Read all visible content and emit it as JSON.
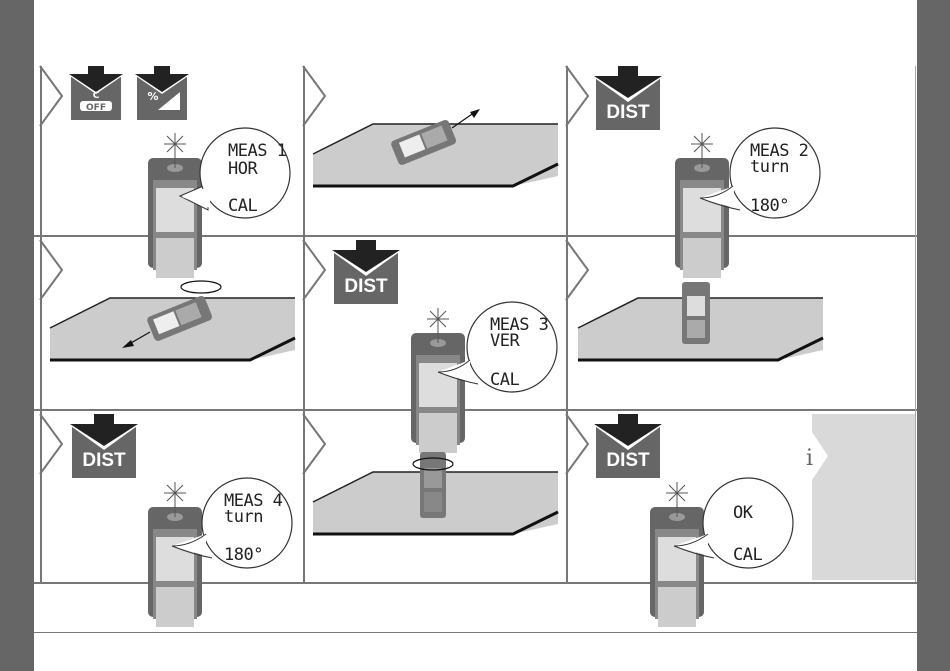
{
  "colors": {
    "side_bar": "#666666",
    "divider": "#777777",
    "key": "#666666",
    "surface": "#cccccc",
    "info_panel": "#d9d9d9"
  },
  "steps": [
    {
      "id": 1,
      "keys": [
        {
          "icon": "clear-off-key-icon",
          "top": "C",
          "bottom": "OFF"
        },
        {
          "icon": "percent-key-icon",
          "top": "%",
          "bottom": ""
        }
      ],
      "display": {
        "line1": "MEAS 1",
        "line2": "HOR",
        "line3": "CAL"
      }
    },
    {
      "id": 2,
      "scene": "device-flat-measure-forward"
    },
    {
      "id": 3,
      "keys": [
        {
          "icon": "dist-key-icon",
          "label": "DIST"
        }
      ],
      "display": {
        "line1": "MEAS 2",
        "line2": "turn",
        "line3": "180°"
      }
    },
    {
      "id": 4,
      "scene": "device-flat-rotate-measure"
    },
    {
      "id": 5,
      "keys": [
        {
          "icon": "dist-key-icon",
          "label": "DIST"
        }
      ],
      "display": {
        "line1": "MEAS 3",
        "line2": "VER",
        "line3": "CAL"
      }
    },
    {
      "id": 6,
      "scene": "device-upright"
    },
    {
      "id": 7,
      "keys": [
        {
          "icon": "dist-key-icon",
          "label": "DIST"
        }
      ],
      "display": {
        "line1": "MEAS 4",
        "line2": "turn",
        "line3": "180°"
      }
    },
    {
      "id": 8,
      "scene": "device-upright-rotate"
    },
    {
      "id": 9,
      "keys": [
        {
          "icon": "dist-key-icon",
          "label": "DIST"
        }
      ],
      "display": {
        "line1": "OK",
        "line2": "",
        "line3": "CAL"
      }
    }
  ],
  "info": {
    "icon": "info-icon",
    "glyph": "i"
  }
}
